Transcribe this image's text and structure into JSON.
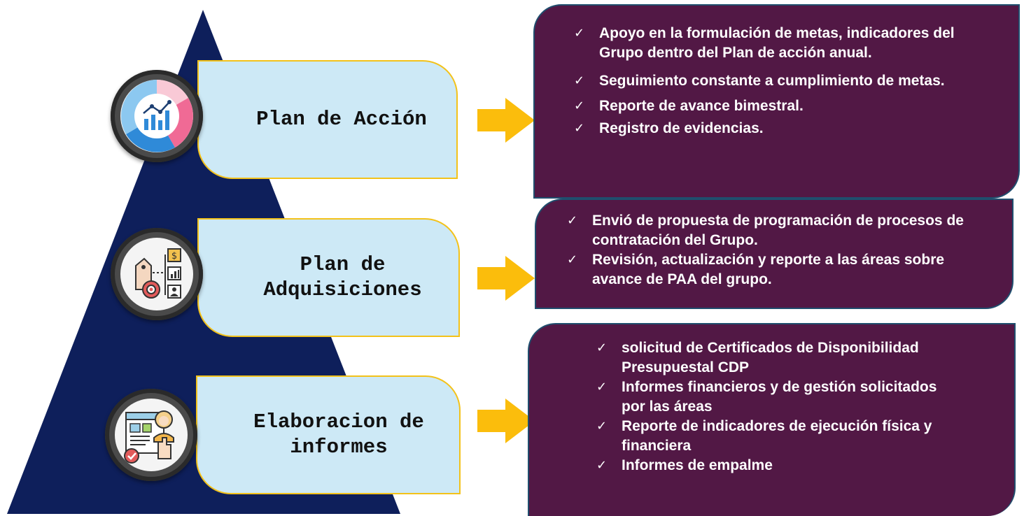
{
  "colors": {
    "pyramid": "#0e1f5b",
    "label_bg": "#cde9f6",
    "label_border": "#f3c21a",
    "arrow": "#fbbd0c",
    "card_bg": "#521845"
  },
  "levels": [
    {
      "label": "Plan de Acción",
      "icon": "chart-analytics-icon",
      "items": [
        "Apoyo en la formulación de metas, indicadores del Grupo dentro del Plan de acción anual.",
        "Seguimiento constante a cumplimiento de metas.",
        "Reporte de avance bimestral.",
        "Registro de evidencias."
      ]
    },
    {
      "label": "Plan de Adquisiciones",
      "icon": "procurement-icon",
      "items": [
        "Envió de propuesta de programación de procesos de contratación del Grupo.",
        "Revisión, actualización y reporte a las áreas sobre avance  de PAA del grupo."
      ]
    },
    {
      "label": "Elaboracion de informes",
      "icon": "report-user-icon",
      "items": [
        "solicitud de Certificados de Disponibilidad  Presupuestal  CDP",
        "Informes financieros y de gestión solicitados por las áreas",
        "Reporte de indicadores de ejecución física y financiera",
        "Informes de empalme"
      ]
    }
  ],
  "check_mark": "✓"
}
